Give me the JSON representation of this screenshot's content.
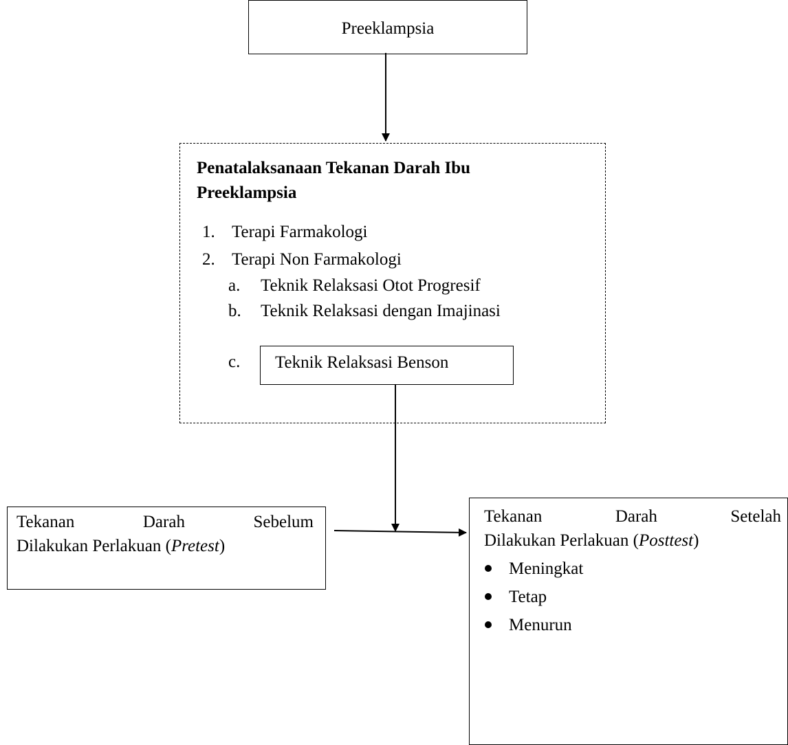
{
  "top_box": {
    "label": "Preeklampsia"
  },
  "management_box": {
    "title_line1": "Penatalaksanaan Tekanan Darah Ibu",
    "title_line2": "Preeklampsia",
    "items": [
      {
        "marker": "1.",
        "label": "Terapi Farmakologi"
      },
      {
        "marker": "2.",
        "label": "Terapi Non Farmakologi"
      }
    ],
    "subitems": [
      {
        "marker": "a.",
        "label": "Teknik Relaksasi Otot Progresif"
      },
      {
        "marker": "b.",
        "label": "Teknik Relaksasi dengan Imajinasi"
      },
      {
        "marker": "c.",
        "label": "Teknik Relaksasi Benson"
      }
    ]
  },
  "pretest_box": {
    "words_line1": [
      "Tekanan",
      "Darah",
      "Sebelum"
    ],
    "line2_prefix": "Dilakukan Perlakuan (",
    "line2_italic": "Pretest",
    "line2_suffix": ")"
  },
  "posttest_box": {
    "words_line1": [
      "Tekanan",
      "Darah",
      "Setelah"
    ],
    "line2_prefix": "Dilakukan Perlakuan (",
    "line2_italic": "Posttest",
    "line2_suffix": ")",
    "outcomes": [
      "Meningkat",
      "Tetap",
      "Menurun"
    ]
  }
}
